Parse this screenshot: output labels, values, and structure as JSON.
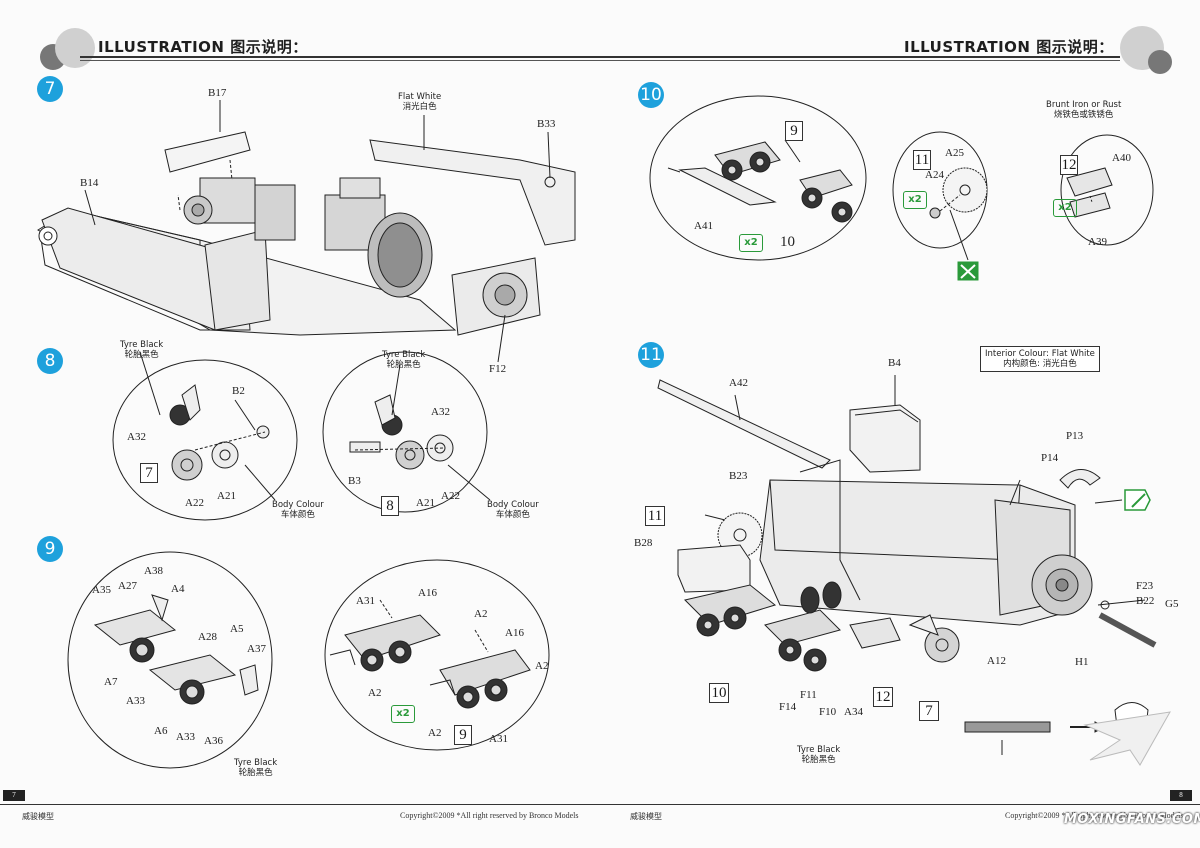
{
  "header": {
    "title_left": "ILLUSTRATION  图示说明：",
    "title_right": "ILLUSTRATION  图示说明："
  },
  "steps": [
    "7",
    "8",
    "9",
    "10",
    "11"
  ],
  "step7": {
    "labels": [
      "B17",
      "B14",
      "B33",
      "F12"
    ],
    "note_flat_white": "Flat White\n消光白色"
  },
  "step8": {
    "left": {
      "labels": [
        "B2",
        "A32",
        "A22",
        "A21"
      ],
      "note_tyre": "Tyre Black\n轮胎黑色",
      "note_body": "Body Colour\n车体颜色",
      "ref": "7"
    },
    "right": {
      "labels": [
        "A32",
        "B3",
        "A21",
        "A22"
      ],
      "note_tyre": "Tyre Black\n轮胎黑色",
      "note_body": "Body Colour\n车体颜色",
      "ref": "8"
    }
  },
  "step9": {
    "left": {
      "labels": [
        "A38",
        "A35",
        "A27",
        "A4",
        "A28",
        "A5",
        "A37",
        "A7",
        "A33",
        "A6",
        "A33",
        "A36"
      ],
      "note_tyre": "Tyre Black\n轮胎黑色"
    },
    "right": {
      "labels": [
        "A31",
        "A16",
        "A2",
        "A16",
        "A2",
        "A2",
        "A2",
        "A31"
      ],
      "multiplier": "x2",
      "ref": "9"
    }
  },
  "step10": {
    "main": {
      "labels": [
        "A41"
      ],
      "ref_top": "9",
      "ref_bottom": "10",
      "multiplier": "x2"
    },
    "sub11": {
      "ref": "11",
      "labels": [
        "A25",
        "A24"
      ],
      "multiplier": "x2"
    },
    "sub12": {
      "ref": "12",
      "labels": [
        "A40",
        "A39"
      ],
      "multiplier": "x2",
      "note_rust": "Brunt Iron or Rust\n烧铁色或铁锈色"
    }
  },
  "step11": {
    "labels": [
      "A42",
      "B4",
      "P13",
      "P14",
      "B23",
      "B28",
      "F23",
      "B22",
      "G5",
      "A12",
      "H1",
      "F14",
      "F11",
      "F10",
      "A34"
    ],
    "refs": [
      "11",
      "10",
      "12",
      "7"
    ],
    "note_interior": "Interior Colour: Flat White\n内构颜色: 消光白色",
    "note_tyre": "Tyre Black\n轮胎黑色"
  },
  "footer": {
    "left_page": "7",
    "right_page": "8",
    "brand_left": "威骏模型",
    "copyright_left": "Copyright©2009  *All right reserved by Bronco Models",
    "brand_right": "威骏模型",
    "copyright_right": "Copyright©2009  *All right reserved by Bronco Models",
    "watermark": "MOXINGFANS.COM"
  }
}
